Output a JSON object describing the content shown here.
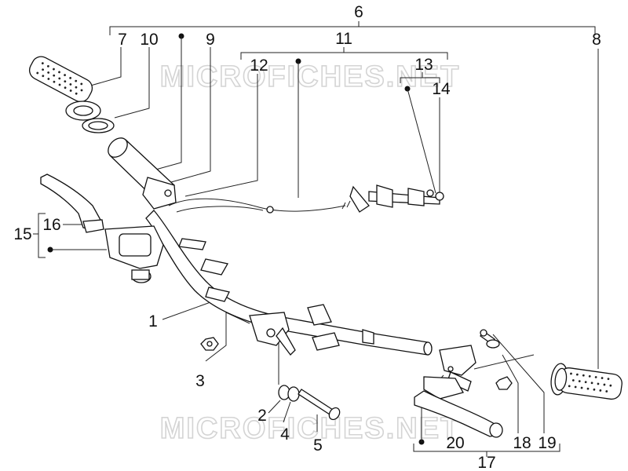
{
  "watermark": "MICROFICHES.NET",
  "labels": {
    "n1": "1",
    "n2": "2",
    "n3": "3",
    "n4": "4",
    "n5": "5",
    "n6": "6",
    "n7": "7",
    "n8": "8",
    "n9": "9",
    "n10": "10",
    "n11": "11",
    "n12": "12",
    "n13": "13",
    "n14": "14",
    "n15": "15",
    "n16": "16",
    "n17": "17",
    "n18": "18",
    "n19": "19",
    "n20": "20"
  },
  "colors": {
    "ink": "#111111",
    "watermark": "#d4d4d4",
    "background": "#ffffff"
  }
}
